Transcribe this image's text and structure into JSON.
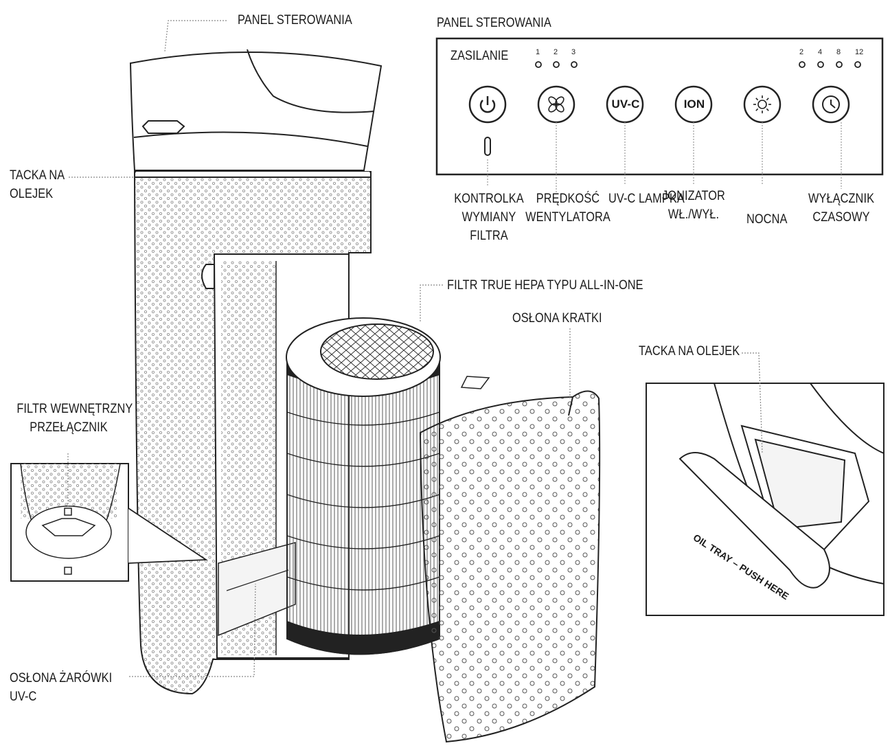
{
  "labels": {
    "panel_top": "PANEL STEROWANIA",
    "panel_header": "PANEL STEROWANIA",
    "oil_tray_left": [
      "TACKA NA",
      "OLEJEK"
    ],
    "inner_filter_switch": [
      "FILTR WEWNĘTRZNY",
      "PRZEŁĄCZNIK"
    ],
    "uvc_bulb_cover": [
      "OSŁONA ŻARÓWKI",
      "UV-C"
    ],
    "hepa_filter": "FILTR TRUE HEPA TYPU ALL-IN-ONE",
    "grille_cover": "OSŁONA KRATKI",
    "oil_tray_right": "TACKA NA OLEJEK",
    "oil_tray_imprint": "OIL TRAY – PUSH HERE"
  },
  "control_panel": {
    "power_label": "ZASILANIE",
    "buttons": [
      {
        "key": "power",
        "icon": "power-icon",
        "text": ""
      },
      {
        "key": "fan",
        "icon": "fan-icon",
        "text": ""
      },
      {
        "key": "uvc",
        "icon": "uvc-icon",
        "text": "UV-C"
      },
      {
        "key": "ion",
        "icon": "ion-icon",
        "text": "ION"
      },
      {
        "key": "night",
        "icon": "sun-icon",
        "text": ""
      },
      {
        "key": "timer",
        "icon": "clock-icon",
        "text": ""
      }
    ],
    "speed_levels": [
      "1",
      "2",
      "3"
    ],
    "timer_levels": [
      "2",
      "4",
      "8",
      "12"
    ],
    "captions": {
      "filter_change": [
        "KONTROLKA",
        "WYMIANY",
        "FILTRA"
      ],
      "fan_speed": [
        "PRĘDKOŚĆ",
        "WENTYLATORA"
      ],
      "uvc_lamp": "UV-C LAMPKA",
      "ionizer": [
        "JONIZATOR",
        "WŁ./WYŁ."
      ],
      "night": "NOCNA",
      "timer": [
        "WYŁĄCZNIK",
        "CZASOWY"
      ]
    }
  }
}
